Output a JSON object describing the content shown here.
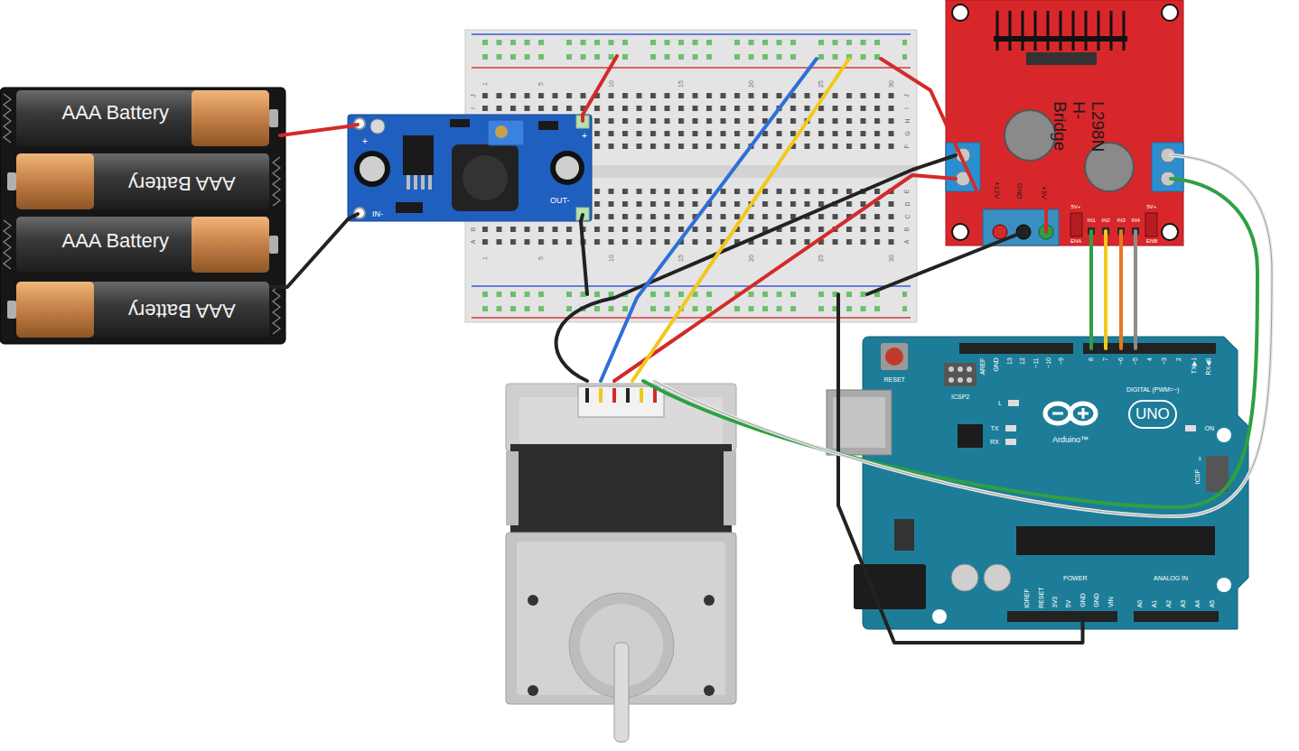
{
  "diagram": {
    "nodes": [
      {
        "text": [
          "AAA Battery"
        ]
      },
      {
        "text": [
          "AAA Battery"
        ]
      },
      {
        "text": [
          "AAA Battery"
        ]
      },
      {
        "text": [
          "AAA Battery"
        ]
      },
      {
        "text": [
          "+",
          "IN-",
          "+",
          "OUT-"
        ]
      },
      {
        "text": [
          "1",
          "5",
          "10",
          "15",
          "20",
          "25",
          "30",
          "J",
          "I",
          "J",
          "I",
          "H",
          "G",
          "F",
          "E",
          "D",
          "C",
          "B",
          "A",
          "B",
          "A",
          "1",
          "5",
          "10",
          "15",
          "20",
          "25",
          "30"
        ]
      },
      {
        "text": [
          "L298N H-Bridge",
          "+12V",
          "GND",
          "+5V",
          "5V+",
          "5V+",
          "ENA",
          "IN1",
          "IN2",
          "IN3",
          "IN4",
          "ENB"
        ]
      },
      {
        "text": [
          "RESET",
          "ICSP2",
          "AREF",
          "GND",
          "13",
          "12",
          "~11",
          "~10",
          "~9",
          "8",
          "7",
          "~6",
          "~5",
          "4",
          "~3",
          "2",
          "TX▶1",
          "RX◀0",
          "DIGITAL (PWM=~)",
          "L",
          "TX",
          "RX",
          "UNO",
          "Arduino™",
          "ON",
          "ICSP",
          "1",
          "POWER",
          "ANALOG IN",
          "IOREF",
          "RESET",
          "3V3",
          "5V",
          "GND",
          "GND",
          "VIN",
          "A0",
          "A1",
          "A2",
          "A3",
          "A4",
          "A5"
        ]
      }
    ],
    "edges": [
      {
        "from": 0,
        "to": 4,
        "arrow": "none"
      },
      {
        "from": 3,
        "to": 4,
        "arrow": "none"
      },
      {
        "from": 4,
        "to": 5,
        "arrow": "none"
      },
      {
        "from": 4,
        "to": 5,
        "arrow": "none"
      },
      {
        "from": 5,
        "to": 6,
        "arrow": "none"
      },
      {
        "from": 5,
        "to": 6,
        "arrow": "none"
      },
      {
        "from": 5,
        "to": 7,
        "arrow": "none"
      },
      {
        "from": 6,
        "to": 7,
        "arrow": "none"
      },
      {
        "from": 6,
        "to": 7,
        "arrow": "none"
      },
      {
        "from": 6,
        "to": 7,
        "arrow": "none"
      },
      {
        "from": 6,
        "to": 7,
        "arrow": "none"
      }
    ]
  }
}
